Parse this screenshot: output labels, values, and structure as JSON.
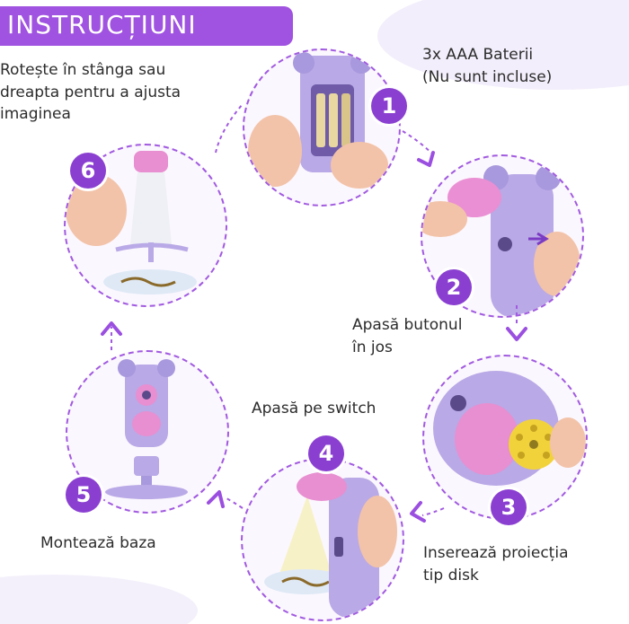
{
  "title": "INSTRUCȚIUNI",
  "steps": [
    {
      "number": "1",
      "text_lines": [
        "3x AAA Baterii",
        "(Nu sunt incluse)"
      ]
    },
    {
      "number": "2",
      "text_lines": [
        "Apasă butonul",
        "în jos"
      ]
    },
    {
      "number": "3",
      "text_lines": [
        "Inserează proiecția",
        "tip disk"
      ]
    },
    {
      "number": "4",
      "text_lines": [
        "Apasă pe switch"
      ]
    },
    {
      "number": "5",
      "text_lines": [
        "Montează baza"
      ]
    },
    {
      "number": "6",
      "text_lines": [
        "Rotește în stânga sau",
        "dreapta pentru a ajusta",
        "imaginea"
      ]
    }
  ],
  "colors": {
    "accent": "#a052e0",
    "badge": "#8a3fd1",
    "toy_body": "#b9a9e6",
    "toy_pink": "#e58ad0",
    "skin": "#f2c3a9"
  }
}
